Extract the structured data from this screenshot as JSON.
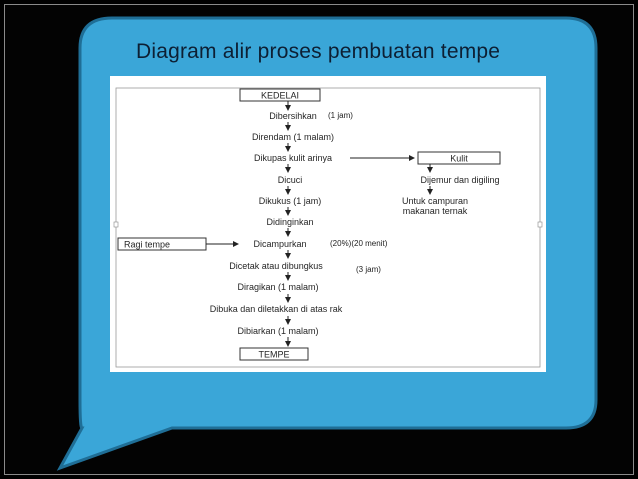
{
  "title": "Diagram alir proses pembuatan tempe",
  "diagram": {
    "start": "KEDELAI",
    "end": "TEMPE",
    "steps": [
      "Dibersihkan",
      "Direndam (1 malam)",
      "Dikupas kulit arinya",
      "Dicuci",
      "Dikukus (1 jam)",
      "Didinginkan",
      "Dicampurkan",
      "Dicetak atau dibungkus",
      "Diragikan (1 malam)",
      "Dibuka dan diletakkan di atas rak",
      "Dibiarkan (1 malam)"
    ],
    "side_kulit": {
      "box": "Kulit",
      "step": "Dijemur dan digiling",
      "result_line1": "Untuk campuran",
      "result_line2": "makanan ternak"
    },
    "side_ragi": "Ragi tempe",
    "notes": {
      "dibersihkan": "(1 jam)",
      "dicampurkan": "(20%)(20 menit)",
      "dicetak": "(3 jam)"
    }
  },
  "colors": {
    "background": "#000000",
    "bubble": "#3aa6d8",
    "bubble_border": "#1f6e96",
    "panel": "#ffffff",
    "title_text": "#0d1f33"
  }
}
